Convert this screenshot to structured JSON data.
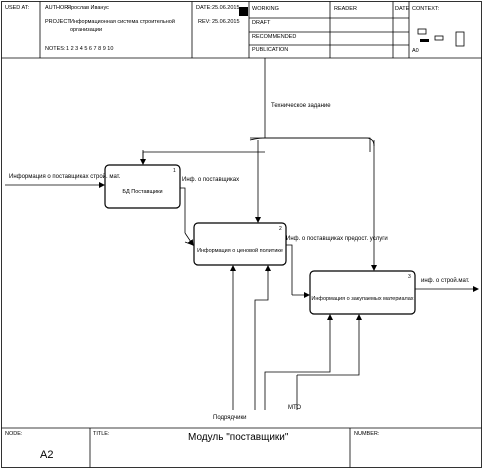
{
  "header": {
    "used_at_label": "USED AT:",
    "author_label": "AUTHOR:",
    "author_value": "Ярослав Иванус",
    "project_label": "PROJECT:",
    "project_value_line1": "Информационная система строительной",
    "project_value_line2": "организации",
    "notes_label": "NOTES:",
    "notes_value": "1 2 3 4 5 6 7 8 9 10",
    "date_label": "DATE:",
    "date_value": "25.06.2015",
    "rev_label": "REV:",
    "rev_value": "25.06.2015",
    "status_working": "WORKING",
    "status_draft": "DRAFT",
    "status_recommended": "RECOMMENDED",
    "status_publication": "PUBLICATION",
    "reader_label": "READER",
    "reader_date_label": "DATE",
    "context_label": "CONTEXT:",
    "context_node": "A0"
  },
  "diagram": {
    "boxes": [
      {
        "label": "БД Поставщики",
        "number": "1"
      },
      {
        "label": "Информация о ценовой политике",
        "number": "2"
      },
      {
        "label": "Информация о закупаемых материалах",
        "number": "3"
      }
    ],
    "arrows": {
      "control_top": "Техническое задание",
      "input_left": "Информация о поставщиках строй. мат.",
      "out_1": "Инф. о поставщиках",
      "out_2": "Инф. о поставщиках предост. услуги",
      "output_right": "инф. о строй.мат.",
      "mech_1": "Подрядчики",
      "mech_2": "МТО"
    }
  },
  "footer": {
    "node_label": "NODE:",
    "node_value": "A2",
    "title_label": "TITLE:",
    "title_value": "Модуль \"поставщики\"",
    "number_label": "NUMBER:"
  }
}
